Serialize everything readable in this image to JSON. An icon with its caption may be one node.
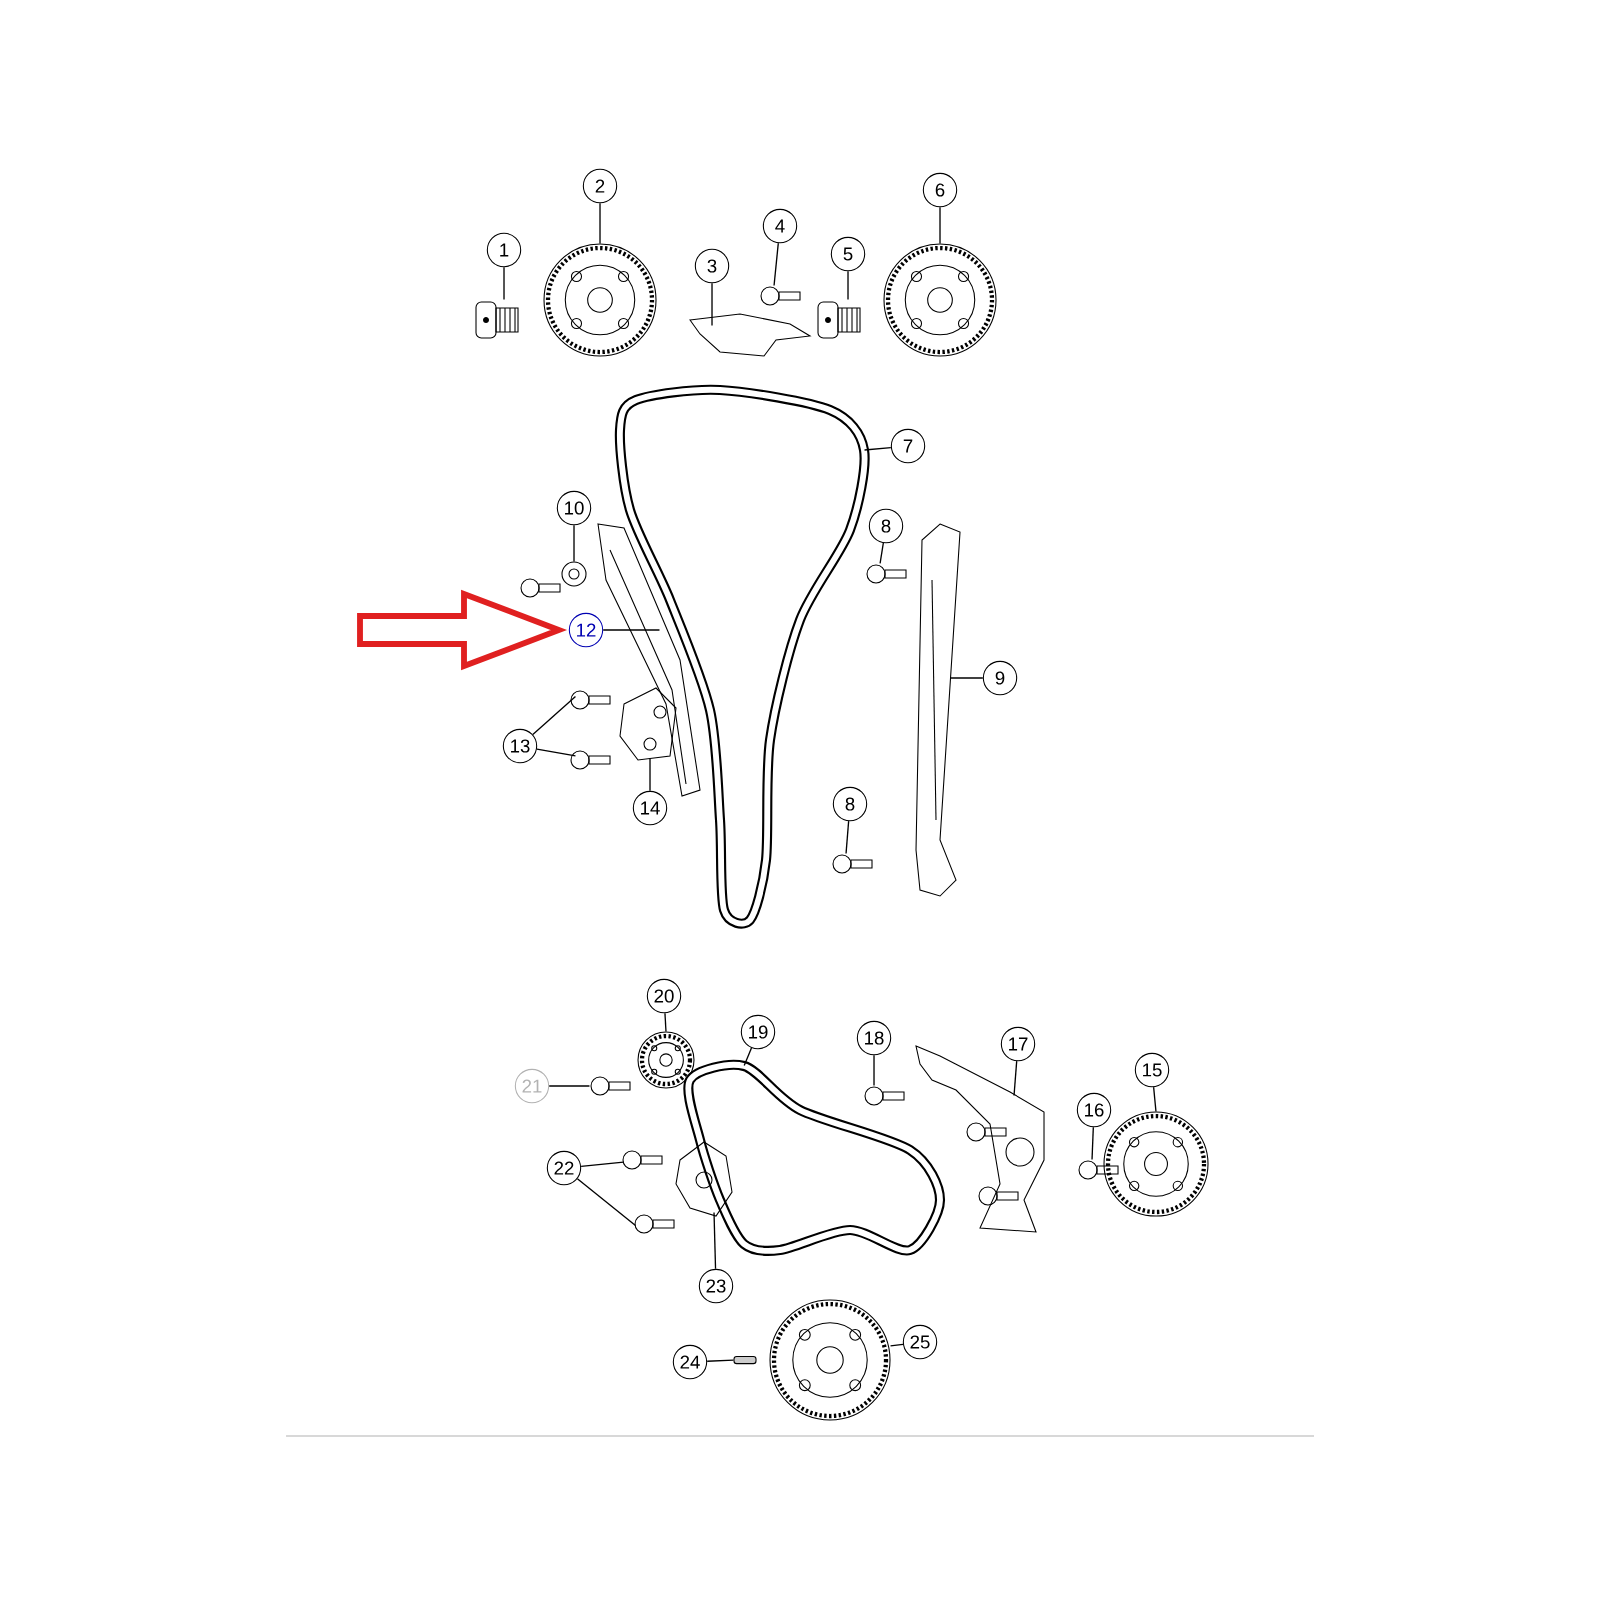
{
  "diagram": {
    "nodes": [
      {
        "text": [
          "1"
        ]
      },
      {
        "text": [],
        "shape": "picture"
      },
      {
        "text": [
          "2"
        ]
      },
      {
        "text": [],
        "shape": "picture"
      },
      {
        "text": [
          "3"
        ]
      },
      {
        "text": [],
        "shape": "picture"
      },
      {
        "text": [
          "4"
        ]
      },
      {
        "text": [],
        "shape": "picture"
      },
      {
        "text": [
          "5"
        ]
      },
      {
        "text": [],
        "shape": "picture"
      },
      {
        "text": [
          "6"
        ]
      },
      {
        "text": [],
        "shape": "picture"
      },
      {
        "text": [
          "7"
        ]
      },
      {
        "text": [],
        "shape": "picture"
      },
      {
        "text": [
          "8"
        ]
      },
      {
        "text": [],
        "shape": "picture"
      },
      {
        "text": [
          "9"
        ]
      },
      {
        "text": [],
        "shape": "picture"
      },
      {
        "text": [
          "10"
        ]
      },
      {
        "text": [],
        "shape": "picture"
      },
      {
        "text": [
          "12"
        ]
      },
      {
        "text": [],
        "shape": "picture"
      },
      {
        "text": [
          "13"
        ]
      },
      {
        "text": [],
        "shape": "picture"
      },
      {
        "text": [],
        "shape": "picture"
      },
      {
        "text": [
          "14"
        ]
      },
      {
        "text": [],
        "shape": "picture"
      },
      {
        "text": [
          "8"
        ]
      },
      {
        "text": [],
        "shape": "picture"
      },
      {
        "text": [
          "20"
        ]
      },
      {
        "text": [],
        "shape": "picture"
      },
      {
        "text": [
          "21"
        ]
      },
      {
        "text": [],
        "shape": "picture"
      },
      {
        "text": [
          "19"
        ]
      },
      {
        "text": [],
        "shape": "picture"
      },
      {
        "text": [
          "18"
        ]
      },
      {
        "text": [],
        "shape": "picture"
      },
      {
        "text": [
          "17"
        ]
      },
      {
        "text": [],
        "shape": "picture"
      },
      {
        "text": [
          "15"
        ]
      },
      {
        "text": [],
        "shape": "picture"
      },
      {
        "text": [
          "16"
        ]
      },
      {
        "text": [],
        "shape": "picture"
      },
      {
        "text": [
          "22"
        ]
      },
      {
        "text": [],
        "shape": "picture"
      },
      {
        "text": [],
        "shape": "picture"
      },
      {
        "text": [
          "23"
        ]
      },
      {
        "text": [],
        "shape": "picture"
      },
      {
        "text": [
          "24"
        ]
      },
      {
        "text": [],
        "shape": "bar"
      },
      {
        "text": [
          "25"
        ]
      },
      {
        "text": [],
        "shape": "picture"
      }
    ],
    "edges": [
      {
        "from": 0,
        "to": 1,
        "arrow": "none"
      },
      {
        "from": 2,
        "to": 3,
        "arrow": "none"
      },
      {
        "from": 4,
        "to": 5,
        "arrow": "none"
      },
      {
        "from": 6,
        "to": 7,
        "arrow": "none"
      },
      {
        "from": 8,
        "to": 9,
        "arrow": "none"
      },
      {
        "from": 10,
        "to": 11,
        "arrow": "none"
      },
      {
        "from": 12,
        "to": 13,
        "arrow": "none"
      },
      {
        "from": 14,
        "to": 15,
        "arrow": "none"
      },
      {
        "from": 16,
        "to": 17,
        "arrow": "none"
      },
      {
        "from": 18,
        "to": 19,
        "arrow": "none"
      },
      {
        "from": 20,
        "to": 21,
        "arrow": "none"
      },
      {
        "from": 22,
        "to": 23,
        "arrow": "none"
      },
      {
        "from": 22,
        "to": 24,
        "arrow": "none"
      },
      {
        "from": 25,
        "to": 26,
        "arrow": "none"
      },
      {
        "from": 27,
        "to": 28,
        "arrow": "none"
      },
      {
        "from": 29,
        "to": 30,
        "arrow": "none"
      },
      {
        "from": 31,
        "to": 32,
        "arrow": "none"
      },
      {
        "from": 33,
        "to": 34,
        "arrow": "none"
      },
      {
        "from": 35,
        "to": 36,
        "arrow": "none"
      },
      {
        "from": 37,
        "to": 38,
        "arrow": "none"
      },
      {
        "from": 39,
        "to": 40,
        "arrow": "none"
      },
      {
        "from": 41,
        "to": 42,
        "arrow": "none"
      },
      {
        "from": 43,
        "to": 44,
        "arrow": "none"
      },
      {
        "from": 43,
        "to": 45,
        "arrow": "none"
      },
      {
        "from": 46,
        "to": 47,
        "arrow": "none"
      },
      {
        "from": 48,
        "to": 49,
        "arrow": "none"
      },
      {
        "from": 50,
        "to": 51,
        "arrow": "none"
      },
      {
        "from": null,
        "to": 20,
        "arrow": "to",
        "style": "thick",
        "color": "#e02020"
      }
    ]
  }
}
